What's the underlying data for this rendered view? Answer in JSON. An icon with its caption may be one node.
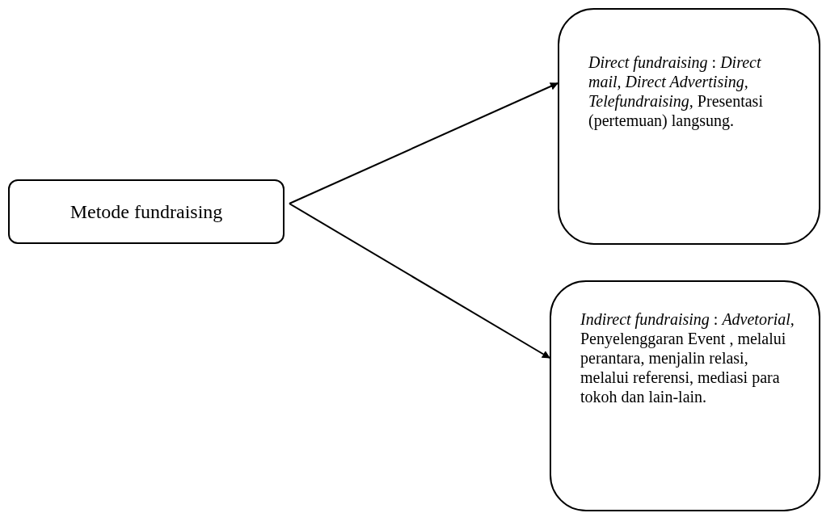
{
  "diagram": {
    "nodes": [
      {
        "text": [
          "Metode fundraising"
        ]
      },
      {
        "text": [
          "*Direct fundraising* : *Direct mail, Direct Advertising, Telefundraising,* Presentasi (pertemuan) langsung."
        ]
      },
      {
        "text": [
          "*Indirect fundraising* : *Advetorial,* Penyelenggaran Event , melalui perantara, menjalin relasi, melalui referensi, mediasi para tokoh dan lain-lain."
        ]
      }
    ],
    "edges": [
      {
        "from": 0,
        "to": 1,
        "arrow": "to"
      },
      {
        "from": 0,
        "to": 2,
        "arrow": "to"
      }
    ]
  }
}
